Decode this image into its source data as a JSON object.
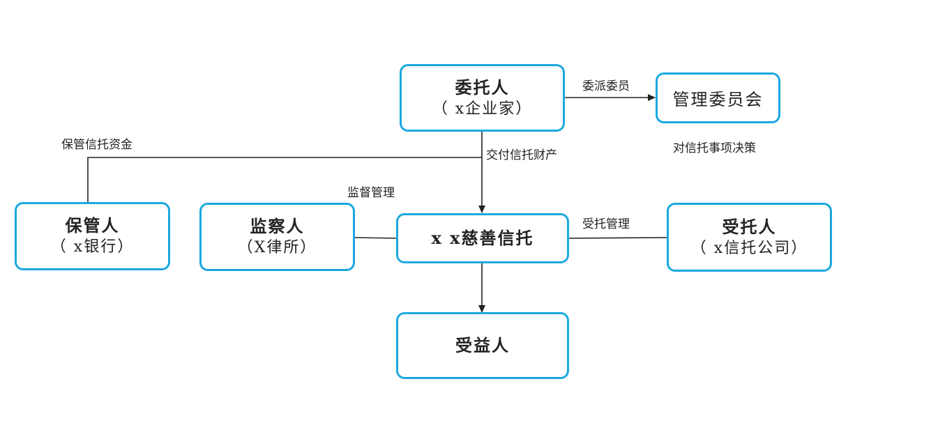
{
  "nodes": {
    "settlor": {
      "title": "委托人",
      "sub": "（ x企业家）"
    },
    "committee": {
      "title": "管理委员会"
    },
    "custodian": {
      "title": "保管人",
      "sub": "（ x银行）"
    },
    "supervisor": {
      "title": "监察人",
      "sub": "（X律所）"
    },
    "trust": {
      "title": "x x慈善信托"
    },
    "trustee": {
      "title": "受托人",
      "sub": "（ x信托公司）"
    },
    "beneficiary": {
      "title": "受益人"
    }
  },
  "edges": {
    "appoint": "委派委员",
    "decide": "对信托事项决策",
    "custody": "保管信托资金",
    "deliver": "交付信托财产",
    "supervise": "监督管理",
    "manage": "受托管理"
  },
  "colors": {
    "border": "#1aa8e0",
    "line": "#222222"
  }
}
